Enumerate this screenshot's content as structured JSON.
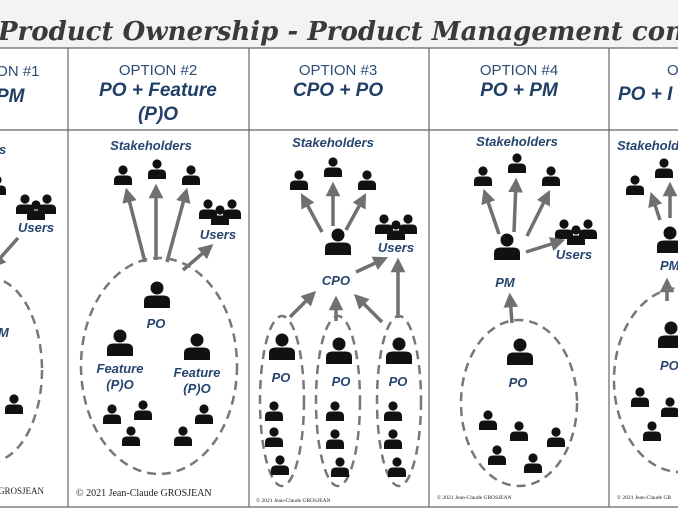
{
  "title": "Product Ownership - Product Management contexts",
  "option1": {
    "number": "ION #1",
    "title": "PM",
    "label_stakeholders": "rs",
    "label_users": "Users",
    "label_center": "M"
  },
  "option2": {
    "number": "OPTION #2",
    "title_line1": "PO + Feature",
    "title_line2": "(P)O",
    "label_stakeholders": "Stakeholders",
    "label_users": "Users",
    "label_po": "PO",
    "label_feature1_line1": "Feature",
    "label_feature1_line2": "(P)O",
    "label_feature2_line1": "Feature",
    "label_feature2_line2": "(P)O",
    "copyright": "© 2021 Jean-Claude GROSJEAN"
  },
  "option3": {
    "number": "OPTION #3",
    "title": "CPO + PO",
    "label_stakeholders": "Stakeholders",
    "label_users": "Users",
    "label_cpo": "CPO",
    "label_po1": "PO",
    "label_po2": "PO",
    "label_po3": "PO",
    "copyright": "© 2021 Jean-Claude GROSJEAN"
  },
  "option4": {
    "number": "OPTION #4",
    "title": "PO + PM",
    "label_stakeholders": "Stakeholders",
    "label_users": "Users",
    "label_pm": "PM",
    "label_po": "PO",
    "copyright": "© 2021 Jean-Claude GROSJEAN"
  },
  "option5": {
    "number": "O",
    "title": "PO + I",
    "label_stakeholders": "Stakeholde",
    "label_pm": "PM",
    "label_po": "PO",
    "copyright": "© 2021 Jean-Claude GR"
  },
  "copyright_partial": "GROSJEAN",
  "colors": {
    "dark_blue": "#213f66",
    "text_blue": "#26456e",
    "person": "#111111",
    "arrow": "#707070",
    "border": "#555555"
  }
}
